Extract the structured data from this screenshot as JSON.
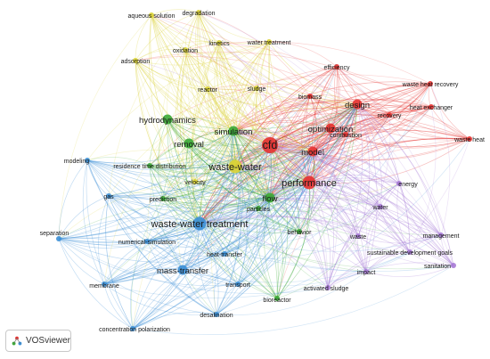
{
  "app": {
    "name": "VOSviewer"
  },
  "colors": {
    "red": "#e6312f",
    "green": "#3aa935",
    "blue": "#3b8fd6",
    "yellow": "#d9d233",
    "purple": "#a77ad6"
  },
  "nodes": [
    {
      "id": "cfd",
      "label": "cfd",
      "cluster": "red",
      "size": "xl"
    },
    {
      "id": "performance",
      "label": "performance",
      "cluster": "red",
      "size": "l"
    },
    {
      "id": "model",
      "label": "model",
      "cluster": "red",
      "size": "m"
    },
    {
      "id": "design",
      "label": "design",
      "cluster": "red",
      "size": "m"
    },
    {
      "id": "optimization",
      "label": "optimization",
      "cluster": "red",
      "size": "m"
    },
    {
      "id": "efficiency",
      "label": "efficiency",
      "cluster": "red",
      "size": "s"
    },
    {
      "id": "biomass",
      "label": "biomass",
      "cluster": "red",
      "size": "s"
    },
    {
      "id": "combustion",
      "label": "combustion",
      "cluster": "red",
      "size": "s"
    },
    {
      "id": "recovery",
      "label": "recovery",
      "cluster": "red",
      "size": "s"
    },
    {
      "id": "whr",
      "label": "waste heat recovery",
      "cluster": "red",
      "size": "s"
    },
    {
      "id": "hex",
      "label": "heat exchanger",
      "cluster": "red",
      "size": "s"
    },
    {
      "id": "wasteheat",
      "label": "waste heat",
      "cluster": "red",
      "size": "s"
    },
    {
      "id": "wastewater",
      "label": "waste-water",
      "cluster": "yellow",
      "size": "l"
    },
    {
      "id": "degradation",
      "label": "degradation",
      "cluster": "yellow",
      "size": "s"
    },
    {
      "id": "aqueous",
      "label": "aqueous solution",
      "cluster": "yellow",
      "size": "s"
    },
    {
      "id": "kinetics",
      "label": "kinetics",
      "cluster": "yellow",
      "size": "s"
    },
    {
      "id": "oxidation",
      "label": "oxidation",
      "cluster": "yellow",
      "size": "s"
    },
    {
      "id": "adsorption",
      "label": "adsorption",
      "cluster": "yellow",
      "size": "s"
    },
    {
      "id": "reactor",
      "label": "reactor",
      "cluster": "yellow",
      "size": "s"
    },
    {
      "id": "watertreatment",
      "label": "water treatment",
      "cluster": "yellow",
      "size": "s"
    },
    {
      "id": "sludge",
      "label": "sludge",
      "cluster": "yellow",
      "size": "s"
    },
    {
      "id": "velocity",
      "label": "velocity",
      "cluster": "yellow",
      "size": "s"
    },
    {
      "id": "simulation",
      "label": "simulation",
      "cluster": "green",
      "size": "m"
    },
    {
      "id": "hydrodynamics",
      "label": "hydrodynamics",
      "cluster": "green",
      "size": "m"
    },
    {
      "id": "removal",
      "label": "removal",
      "cluster": "green",
      "size": "m"
    },
    {
      "id": "flow",
      "label": "flow",
      "cluster": "green",
      "size": "m"
    },
    {
      "id": "rtd",
      "label": "residence time distribution",
      "cluster": "green",
      "size": "s"
    },
    {
      "id": "prediction",
      "label": "prediction",
      "cluster": "green",
      "size": "s"
    },
    {
      "id": "particles",
      "label": "particles",
      "cluster": "green",
      "size": "s"
    },
    {
      "id": "behavior",
      "label": "behavior",
      "cluster": "green",
      "size": "s"
    },
    {
      "id": "bioreactor",
      "label": "bioreactor",
      "cluster": "green",
      "size": "s"
    },
    {
      "id": "wwt",
      "label": "waste-water treatment",
      "cluster": "blue",
      "size": "l"
    },
    {
      "id": "masstransfer",
      "label": "mass-transfer",
      "cluster": "blue",
      "size": "m"
    },
    {
      "id": "modeling",
      "label": "modeling",
      "cluster": "blue",
      "size": "s"
    },
    {
      "id": "gas",
      "label": "gas",
      "cluster": "blue",
      "size": "s"
    },
    {
      "id": "separation",
      "label": "separation",
      "cluster": "blue",
      "size": "s"
    },
    {
      "id": "numsim",
      "label": "numerical-simulation",
      "cluster": "blue",
      "size": "s"
    },
    {
      "id": "heattransfer",
      "label": "heat-transfer",
      "cluster": "blue",
      "size": "s"
    },
    {
      "id": "transport",
      "label": "transport",
      "cluster": "blue",
      "size": "s"
    },
    {
      "id": "membrane",
      "label": "membrane",
      "cluster": "blue",
      "size": "s"
    },
    {
      "id": "desalination",
      "label": "desalination",
      "cluster": "blue",
      "size": "s"
    },
    {
      "id": "concpol",
      "label": "concentration polarization",
      "cluster": "blue",
      "size": "s"
    },
    {
      "id": "energy",
      "label": "energy",
      "cluster": "purple",
      "size": "s"
    },
    {
      "id": "water",
      "label": "water",
      "cluster": "purple",
      "size": "s"
    },
    {
      "id": "waste",
      "label": "waste",
      "cluster": "purple",
      "size": "s"
    },
    {
      "id": "management",
      "label": "management",
      "cluster": "purple",
      "size": "s"
    },
    {
      "id": "sdg",
      "label": "sustainable development goals",
      "cluster": "purple",
      "size": "s"
    },
    {
      "id": "impact",
      "label": "impact",
      "cluster": "purple",
      "size": "s"
    },
    {
      "id": "sanitation",
      "label": "sanitation",
      "cluster": "purple",
      "size": "s"
    },
    {
      "id": "actsludge",
      "label": "activated sludge",
      "cluster": "purple",
      "size": "s"
    }
  ]
}
